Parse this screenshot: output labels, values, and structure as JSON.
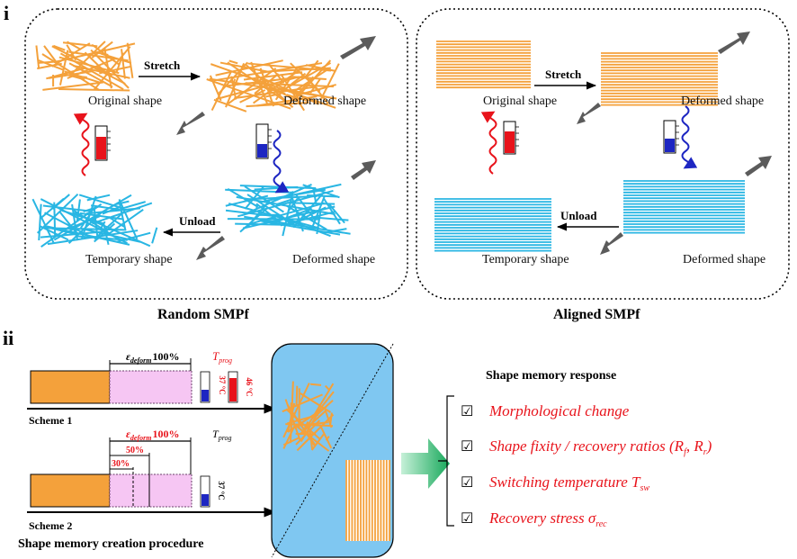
{
  "colors": {
    "orange": "#f4a13b",
    "cyan": "#29b6e3",
    "red": "#e8131b",
    "blue": "#1d26c2",
    "pink": "#f6c6f3",
    "sky": "#7fc7f1",
    "green": "#22b463",
    "gray_arrow": "#5b5b5b"
  },
  "panel_i": {
    "label": "i",
    "random": {
      "title": "Random SMPf",
      "original": "Original shape",
      "deformed_top": "Deformed shape",
      "temporary": "Temporary shape",
      "deformed_bottom": "Deformed shape",
      "stretch": "Stretch",
      "unload": "Unload"
    },
    "aligned": {
      "title": "Aligned SMPf",
      "original": "Original shape",
      "deformed_top": "Deformed shape",
      "temporary": "Temporary shape",
      "deformed_bottom": "Deformed shape",
      "stretch": "Stretch",
      "unload": "Unload"
    }
  },
  "panel_ii": {
    "label": "ii",
    "scheme1": {
      "label": "Scheme 1",
      "eps_symbol": "ε",
      "eps_sub": "deform",
      "eps_value": "100%",
      "tprog_symbol": "T",
      "tprog_sub": "prog",
      "temp_low": "37 °C",
      "temp_high": "46 °C"
    },
    "scheme2": {
      "label": "Scheme 2",
      "eps_symbol": "ε",
      "eps_sub": "deform",
      "eps_value": "100%",
      "level_50": "50%",
      "level_30": "30%",
      "tprog_symbol": "T",
      "tprog_sub": "prog",
      "temp_low": "37 °C"
    },
    "procedure_title": "Shape memory creation procedure",
    "response": {
      "title": "Shape memory response",
      "checkbox_glyph": "☑",
      "items": [
        {
          "text": "Morphological change"
        },
        {
          "text": "Shape fixity / recovery ratios (",
          "r1": "R",
          "s1": "f",
          "mid": ", ",
          "r2": "R",
          "s2": "r",
          "tail": ")"
        },
        {
          "text": "Switching temperature ",
          "r1": "T",
          "s1": "sw"
        },
        {
          "text": "Recovery stress ",
          "r1": "σ",
          "s1": "rec"
        }
      ]
    }
  }
}
